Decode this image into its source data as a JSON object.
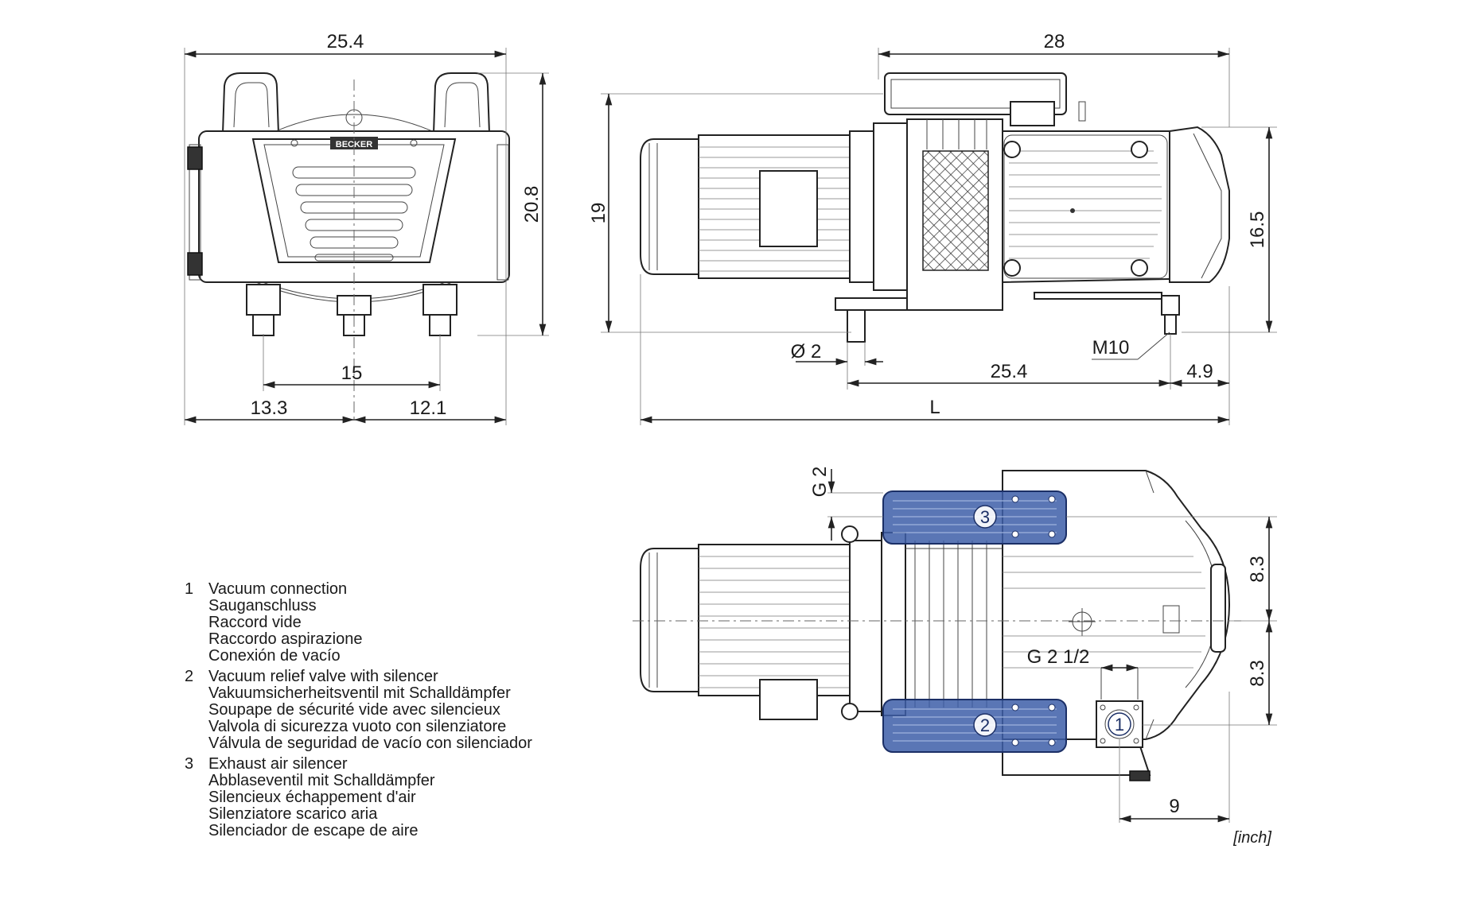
{
  "dimensions": {
    "front_width": "25.4",
    "front_height": "20.8",
    "front_feet_spacing": "15",
    "front_left_offset": "13.3",
    "front_right_offset": "12.1",
    "side_top_width": "28",
    "side_height": "19",
    "side_right_height": "16.5",
    "side_foot_diameter": "Ø 2",
    "side_thread": "M10",
    "side_feet_spacing": "25.4",
    "side_right_offset": "4.9",
    "side_length": "L",
    "top_g2": "G 2",
    "top_g2_half": "G 2 1/2",
    "top_upper_offset": "8.3",
    "top_lower_offset": "8.3",
    "top_bottom_offset": "9"
  },
  "brand_label": "BECKER",
  "unit_label": "[inch]",
  "badges": [
    "3",
    "2",
    "1"
  ],
  "legend": [
    {
      "number": "1",
      "lines": [
        "Vacuum connection",
        "Sauganschluss",
        "Raccord vide",
        "Raccordo aspirazione",
        "Conexión de vacío"
      ]
    },
    {
      "number": "2",
      "lines": [
        "Vacuum relief valve with silencer",
        "Vakuumsicherheitsventil mit Schalldämpfer",
        "Soupape de sécurité vide avec silencieux",
        "Valvola di sicurezza vuoto con silenziatore",
        "Válvula de seguridad de vacío con silenciador"
      ]
    },
    {
      "number": "3",
      "lines": [
        "Exhaust air silencer",
        "Abblaseventil mit Schalldämpfer",
        "Silencieux échappement d'air",
        "Silenziatore scarico aria",
        "Silenciador de escape de aire"
      ]
    }
  ],
  "colors": {
    "highlight_blue": "#3d5ea8",
    "line": "#222222"
  }
}
